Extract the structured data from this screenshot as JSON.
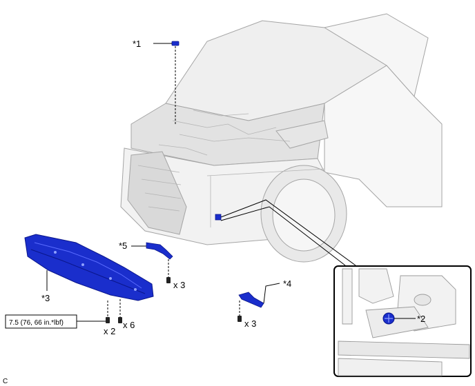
{
  "callouts": {
    "c1": "*1",
    "c2": "*2",
    "c3": "*3",
    "c4": "*4",
    "c5": "*5"
  },
  "quantities": {
    "bolts_5": "x 3",
    "bolts_4": "x 3",
    "bolts_cover_a": "x 2",
    "bolts_cover_b": "x 6"
  },
  "torque_spec": "7.5 (76, 66 in.*lbf)",
  "figure_code": "C",
  "colors": {
    "part_blue": "#1a2ecc",
    "part_blue_dark": "#0a168a",
    "line": "#000000",
    "car_line": "#9a9a9a"
  }
}
